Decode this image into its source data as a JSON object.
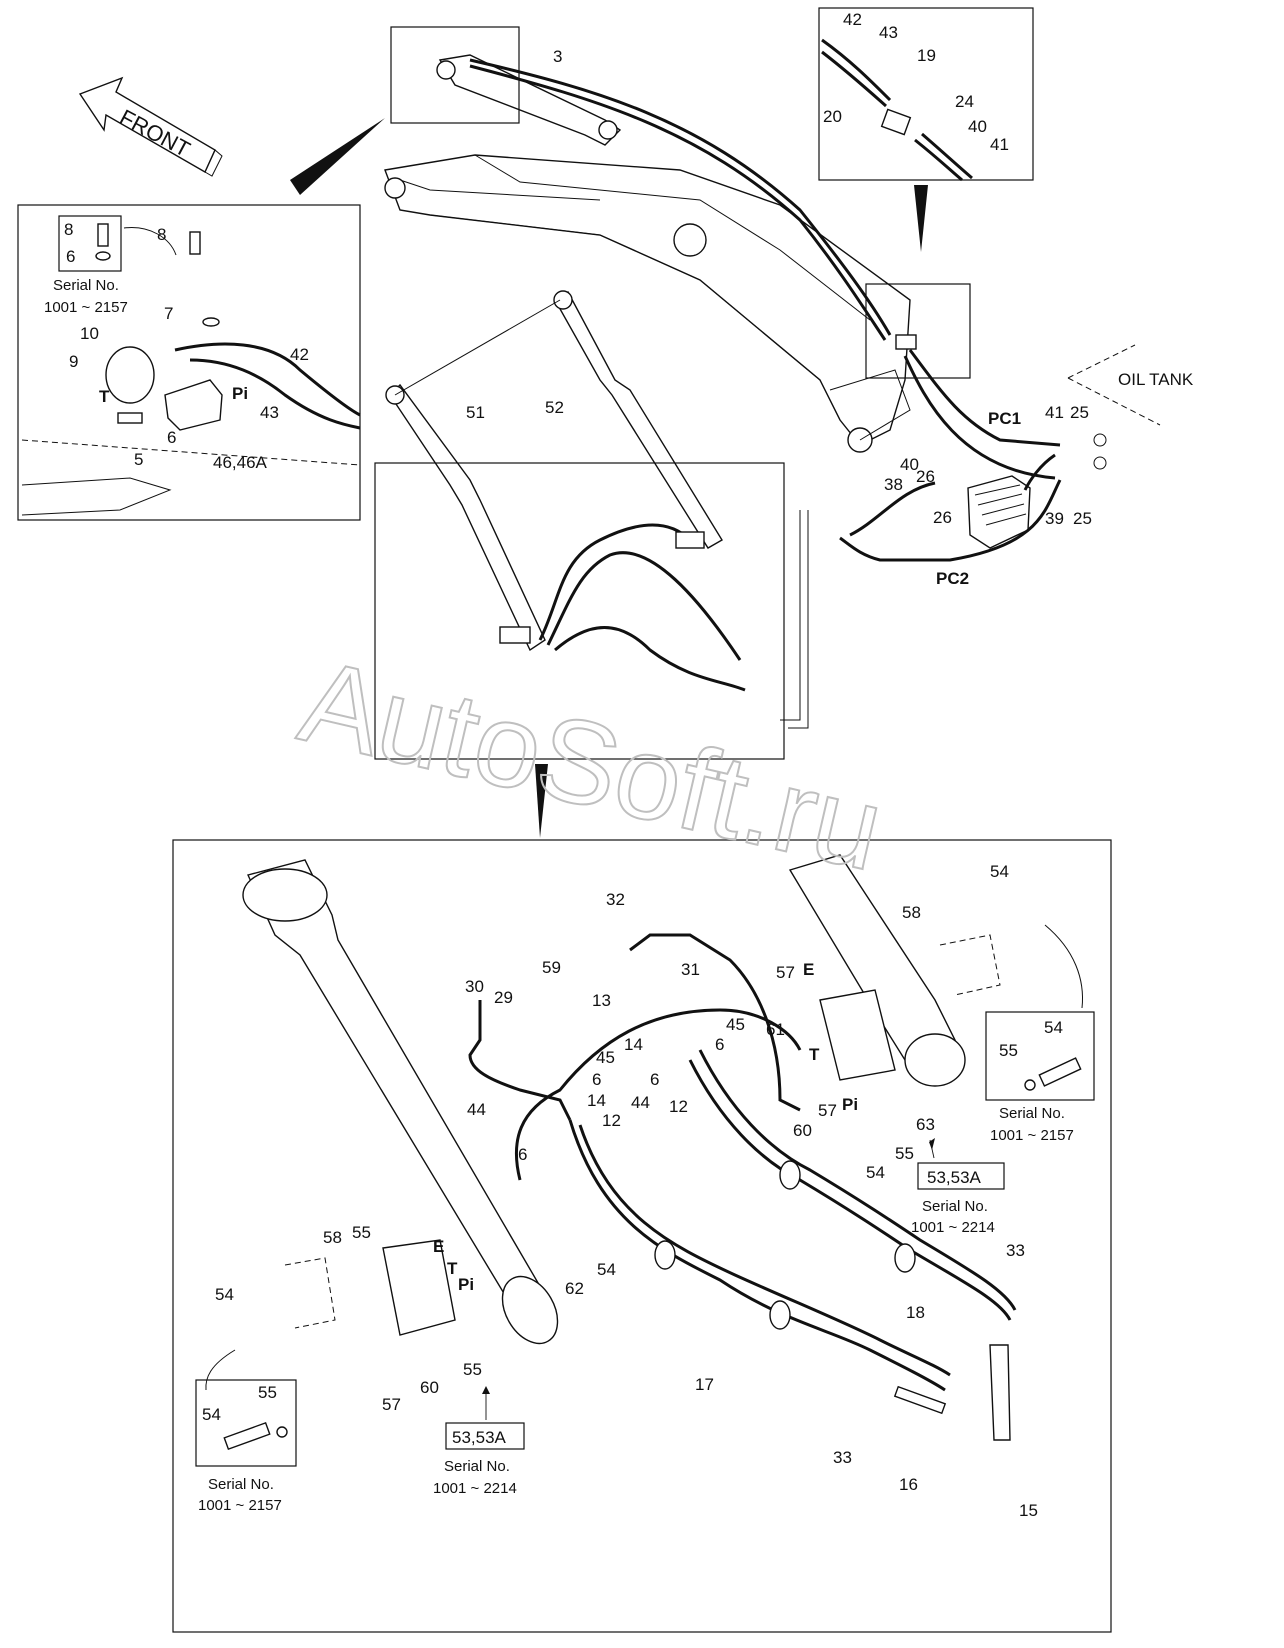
{
  "watermark": "AutoSoft.ru",
  "front_arrow": {
    "label": "FRONT"
  },
  "oil_tank": {
    "label": "OIL TANK"
  },
  "serial_notes": {
    "top_left": {
      "line1": "Serial No.",
      "line2": "1001 ~ 2157"
    },
    "right_inset": {
      "line1": "Serial No.",
      "line2": "1001 ~ 2157"
    },
    "bottom_left_inset": {
      "line1": "Serial No.",
      "line2": "1001 ~ 2157"
    },
    "right_valve": {
      "box": "53,53A",
      "line1": "Serial No.",
      "line2": "1001 ~ 2214"
    },
    "left_valve": {
      "box": "53,53A",
      "line1": "Serial No.",
      "line2": "1001 ~ 2214"
    }
  },
  "port_labels": {
    "T": "T",
    "Pi": "Pi",
    "E": "E",
    "PC1": "PC1",
    "PC2": "PC2"
  },
  "callouts": {
    "top_main": [
      "3",
      "51",
      "52"
    ],
    "top_right_inset": [
      "42",
      "43",
      "19",
      "20",
      "24",
      "40",
      "41"
    ],
    "oil_tank_area": [
      "41",
      "25",
      "40",
      "26",
      "26",
      "38",
      "39",
      "25"
    ],
    "left_inset": [
      "8",
      "6",
      "8",
      "7",
      "10",
      "9",
      "42",
      "43",
      "5",
      "6",
      "46,46A"
    ],
    "main_detail": [
      "32",
      "31",
      "30",
      "29",
      "59",
      "13",
      "57",
      "61",
      "45",
      "14",
      "6",
      "45",
      "6",
      "14",
      "44",
      "6",
      "12",
      "12",
      "44",
      "6",
      "60",
      "57",
      "54",
      "55",
      "63",
      "58",
      "54",
      "58",
      "54",
      "55",
      "57",
      "60",
      "62",
      "54",
      "55",
      "33",
      "18",
      "17",
      "33",
      "16",
      "15"
    ],
    "right_serial_inset": [
      "54",
      "55"
    ],
    "left_serial_inset": [
      "54",
      "55"
    ]
  }
}
